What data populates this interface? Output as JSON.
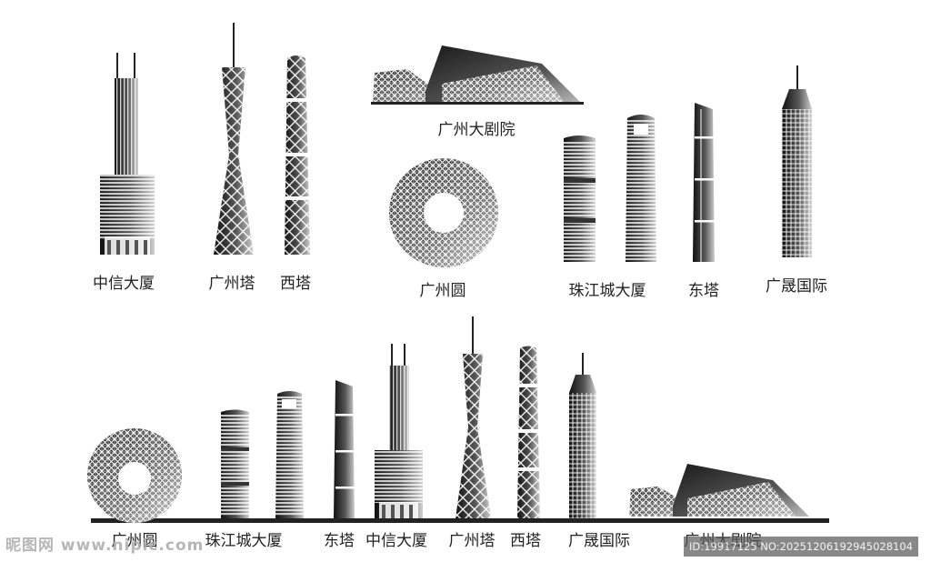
{
  "colors": {
    "dark": "#1a1a1a",
    "mid": "#555555",
    "light": "#c8c8c8",
    "ground": "#222222"
  },
  "top_row": {
    "labels": [
      "中信大厦",
      "广州塔",
      "西塔",
      "广州大剧院",
      "广州圆",
      "珠江城大厦",
      "东塔",
      "广晟国际"
    ]
  },
  "bottom_row": {
    "labels": [
      "广州圆",
      "珠江城大厦",
      "东塔",
      "中信大厦",
      "广州塔",
      "西塔",
      "广晟国际",
      "广州大剧院"
    ]
  },
  "watermark": {
    "site": "昵图网 www.nipic.com",
    "id_text": "ID:19917125 NO:20251206192945028104"
  }
}
